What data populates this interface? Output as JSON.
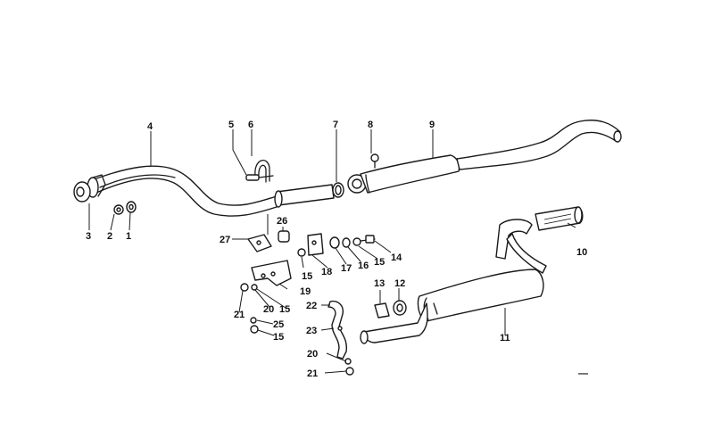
{
  "callouts": [
    "1",
    "2",
    "3",
    "4",
    "5",
    "6",
    "7",
    "8",
    "9",
    "10",
    "11",
    "12",
    "13",
    "14",
    "15",
    "16",
    "17",
    "18",
    "19",
    "20",
    "21",
    "22",
    "23",
    "25",
    "26",
    "27"
  ],
  "page_mark": "—"
}
